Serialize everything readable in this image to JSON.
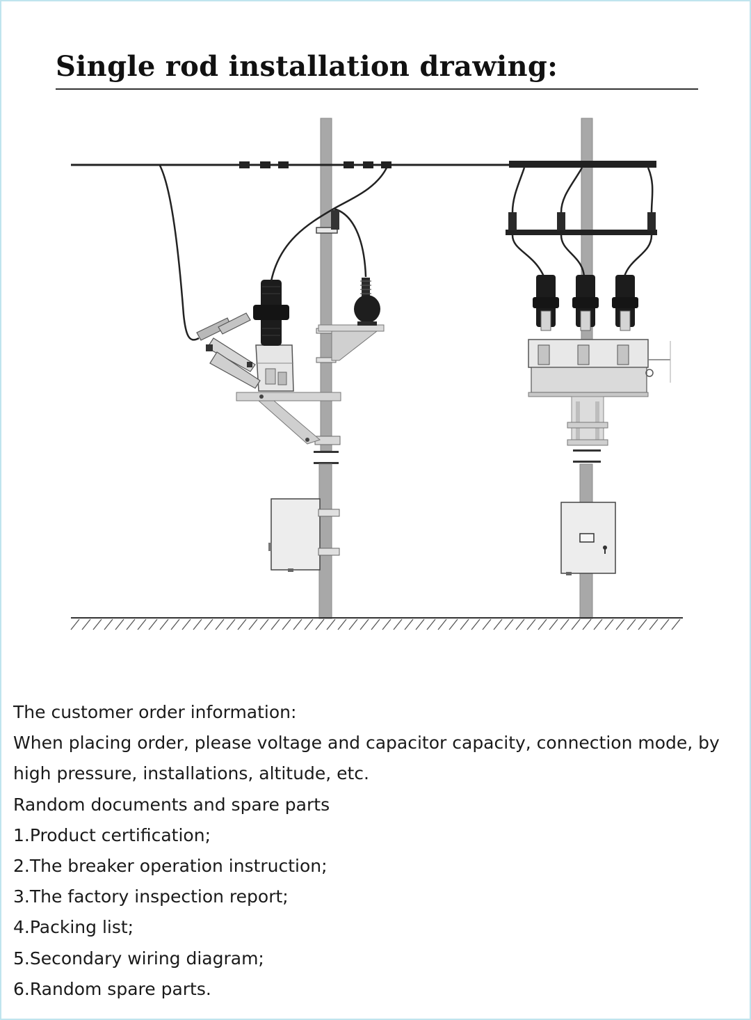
{
  "title": "Single rod installation drawing:",
  "colors": {
    "border": "#bfe4ee",
    "pole": "#a8a8a8",
    "insulator": "#1c1c1c",
    "wire": "#222222",
    "metal": "#d8d8d8"
  },
  "info": {
    "heading": "The customer order information:",
    "order_line_1": "When placing order, please voltage and capacitor capacity, connection mode, by",
    "order_line_2": "high pressure, installations, altitude, etc.",
    "documents_heading": "Random documents and spare parts",
    "items": [
      "1.Product certification;",
      "2.The breaker operation instruction;",
      "3.The factory inspection report;",
      "4.Packing list;",
      "5.Secondary wiring diagram;",
      "6.Random spare parts."
    ]
  }
}
